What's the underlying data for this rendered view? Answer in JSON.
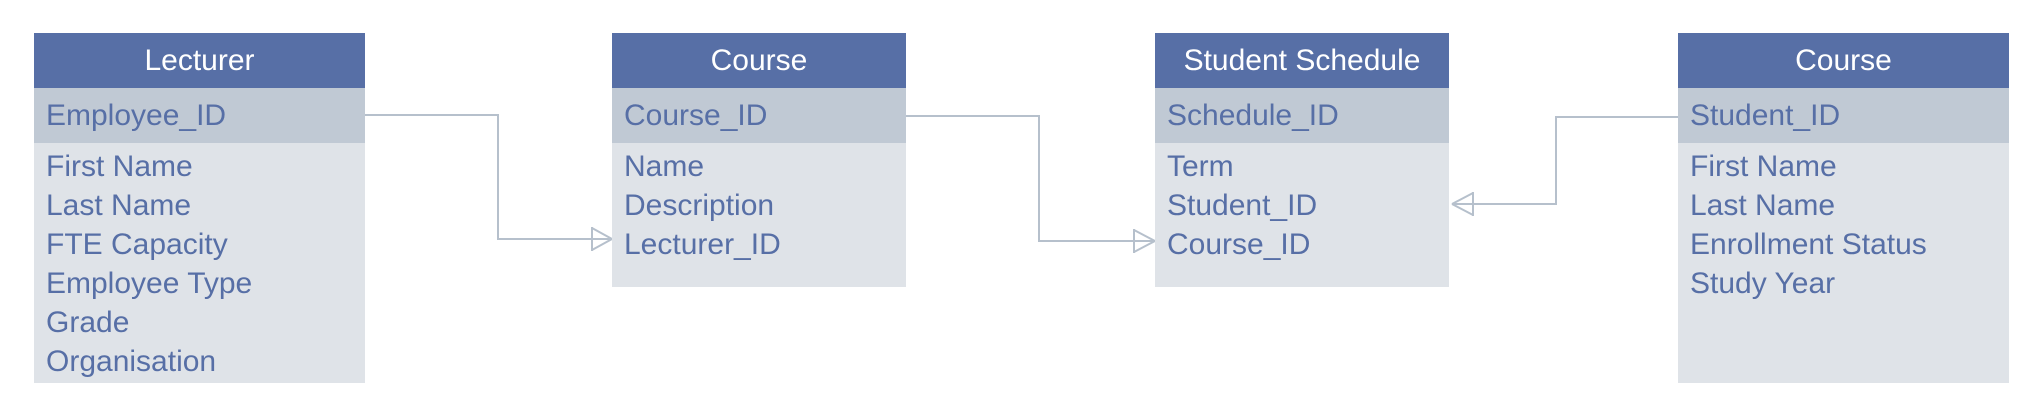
{
  "entities": [
    {
      "title": "Lecturer",
      "primary_key": "Employee_ID",
      "attributes": [
        "First Name",
        "Last Name",
        "FTE Capacity",
        "Employee Type",
        "Grade",
        "Organisation"
      ]
    },
    {
      "title": "Course",
      "primary_key": "Course_ID",
      "attributes": [
        "Name",
        "Description",
        "Lecturer_ID"
      ]
    },
    {
      "title": "Student Schedule",
      "primary_key": "Schedule_ID",
      "attributes": [
        "Term",
        "Student_ID",
        "Course_ID"
      ]
    },
    {
      "title": "Course",
      "primary_key": "Student_ID",
      "attributes": [
        "First Name",
        "Last Name",
        "Enrollment Status",
        "Study Year"
      ]
    }
  ],
  "colors": {
    "header": "#576fa6",
    "key_row": "#c0c9d4",
    "body": "#dfe3e8",
    "text": "#576fa6",
    "connector": "#b6c0cc"
  }
}
